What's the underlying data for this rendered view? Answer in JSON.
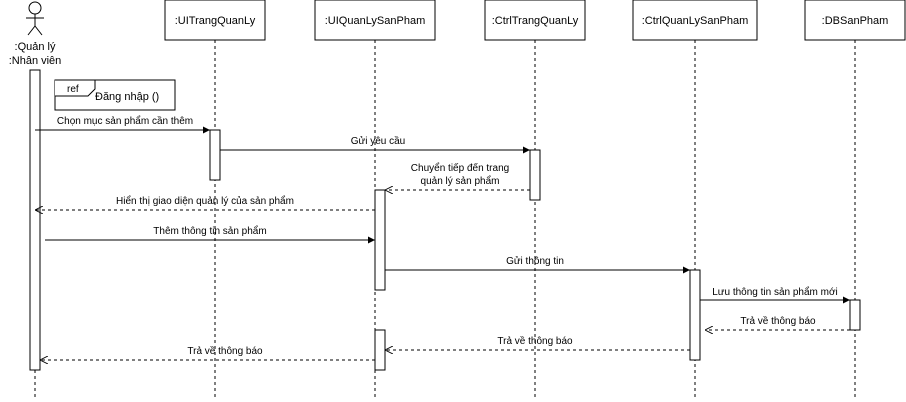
{
  "actor": {
    "name_line1": ":Quản lý",
    "name_line2": ":Nhân viên"
  },
  "participants": [
    {
      "id": "ui_trang",
      "name": ":UITrangQuanLy"
    },
    {
      "id": "ui_qlsp",
      "name": ":UIQuanLySanPham"
    },
    {
      "id": "ctrl_trang",
      "name": ":CtrlTrangQuanLy"
    },
    {
      "id": "ctrl_qlsp",
      "name": ":CtrlQuanLySanPham"
    },
    {
      "id": "db_sp",
      "name": ":DBSanPham"
    }
  ],
  "ref_frame": {
    "tag": "ref",
    "text": "Đăng nhập ()"
  },
  "messages": [
    {
      "id": "m1",
      "text": "Chọn mục sản phẩm cần thêm",
      "kind": "sync"
    },
    {
      "id": "m2",
      "text": "Gửi yêu cầu",
      "kind": "sync"
    },
    {
      "id": "m3",
      "text_line1": "Chuyển tiếp đến trang",
      "text_line2": "quản lý sản phẩm",
      "kind": "return"
    },
    {
      "id": "m4",
      "text": "Hiển thị giao diện quản lý của sản phẩm",
      "kind": "return"
    },
    {
      "id": "m5",
      "text": "Thêm thông tin sản phẩm",
      "kind": "sync"
    },
    {
      "id": "m6",
      "text": "Gửi thông tin",
      "kind": "sync"
    },
    {
      "id": "m7",
      "text": "Lưu thông tin sản phẩm mới",
      "kind": "sync"
    },
    {
      "id": "m8",
      "text": "Trả về thông báo",
      "kind": "return"
    },
    {
      "id": "m9",
      "text": "Trả về thông báo",
      "kind": "return"
    },
    {
      "id": "m10",
      "text": "Trả về thông báo",
      "kind": "return"
    }
  ]
}
